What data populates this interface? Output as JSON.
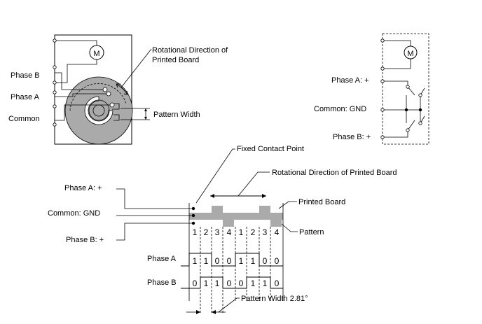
{
  "labels": {
    "rotational_direction_of": "Rotational Direction of",
    "printed_board_line2": "Printed Board",
    "phase_b": "Phase B",
    "phase_a": "Phase A",
    "common": "Common",
    "pattern_width": "Pattern Width",
    "motor": "M",
    "sch_phase_a": "Phase A: +",
    "sch_common": "Common: GND",
    "sch_phase_b": "Phase B: +",
    "fixed_contact_point": "Fixed Contact Point",
    "rotational_direction_full": "Rotational Direction of Printed Board",
    "tim_phase_a": "Phase A: +",
    "tim_common": "Common: GND",
    "tim_phase_b": "Phase B: +",
    "printed_board": "Printed Board",
    "pattern": "Pattern",
    "wave_phase_a": "Phase A",
    "wave_phase_b": "Phase B",
    "pattern_width_deg": "Pattern Width 2.81°"
  },
  "position_numbers": [
    "1",
    "2",
    "3",
    "4",
    "1",
    "2",
    "3",
    "4"
  ],
  "phase_a_bits": [
    "1",
    "1",
    "0",
    "0",
    "1",
    "1",
    "0",
    "0"
  ],
  "phase_b_bits": [
    "0",
    "1",
    "1",
    "0",
    "0",
    "1",
    "1",
    "0"
  ]
}
